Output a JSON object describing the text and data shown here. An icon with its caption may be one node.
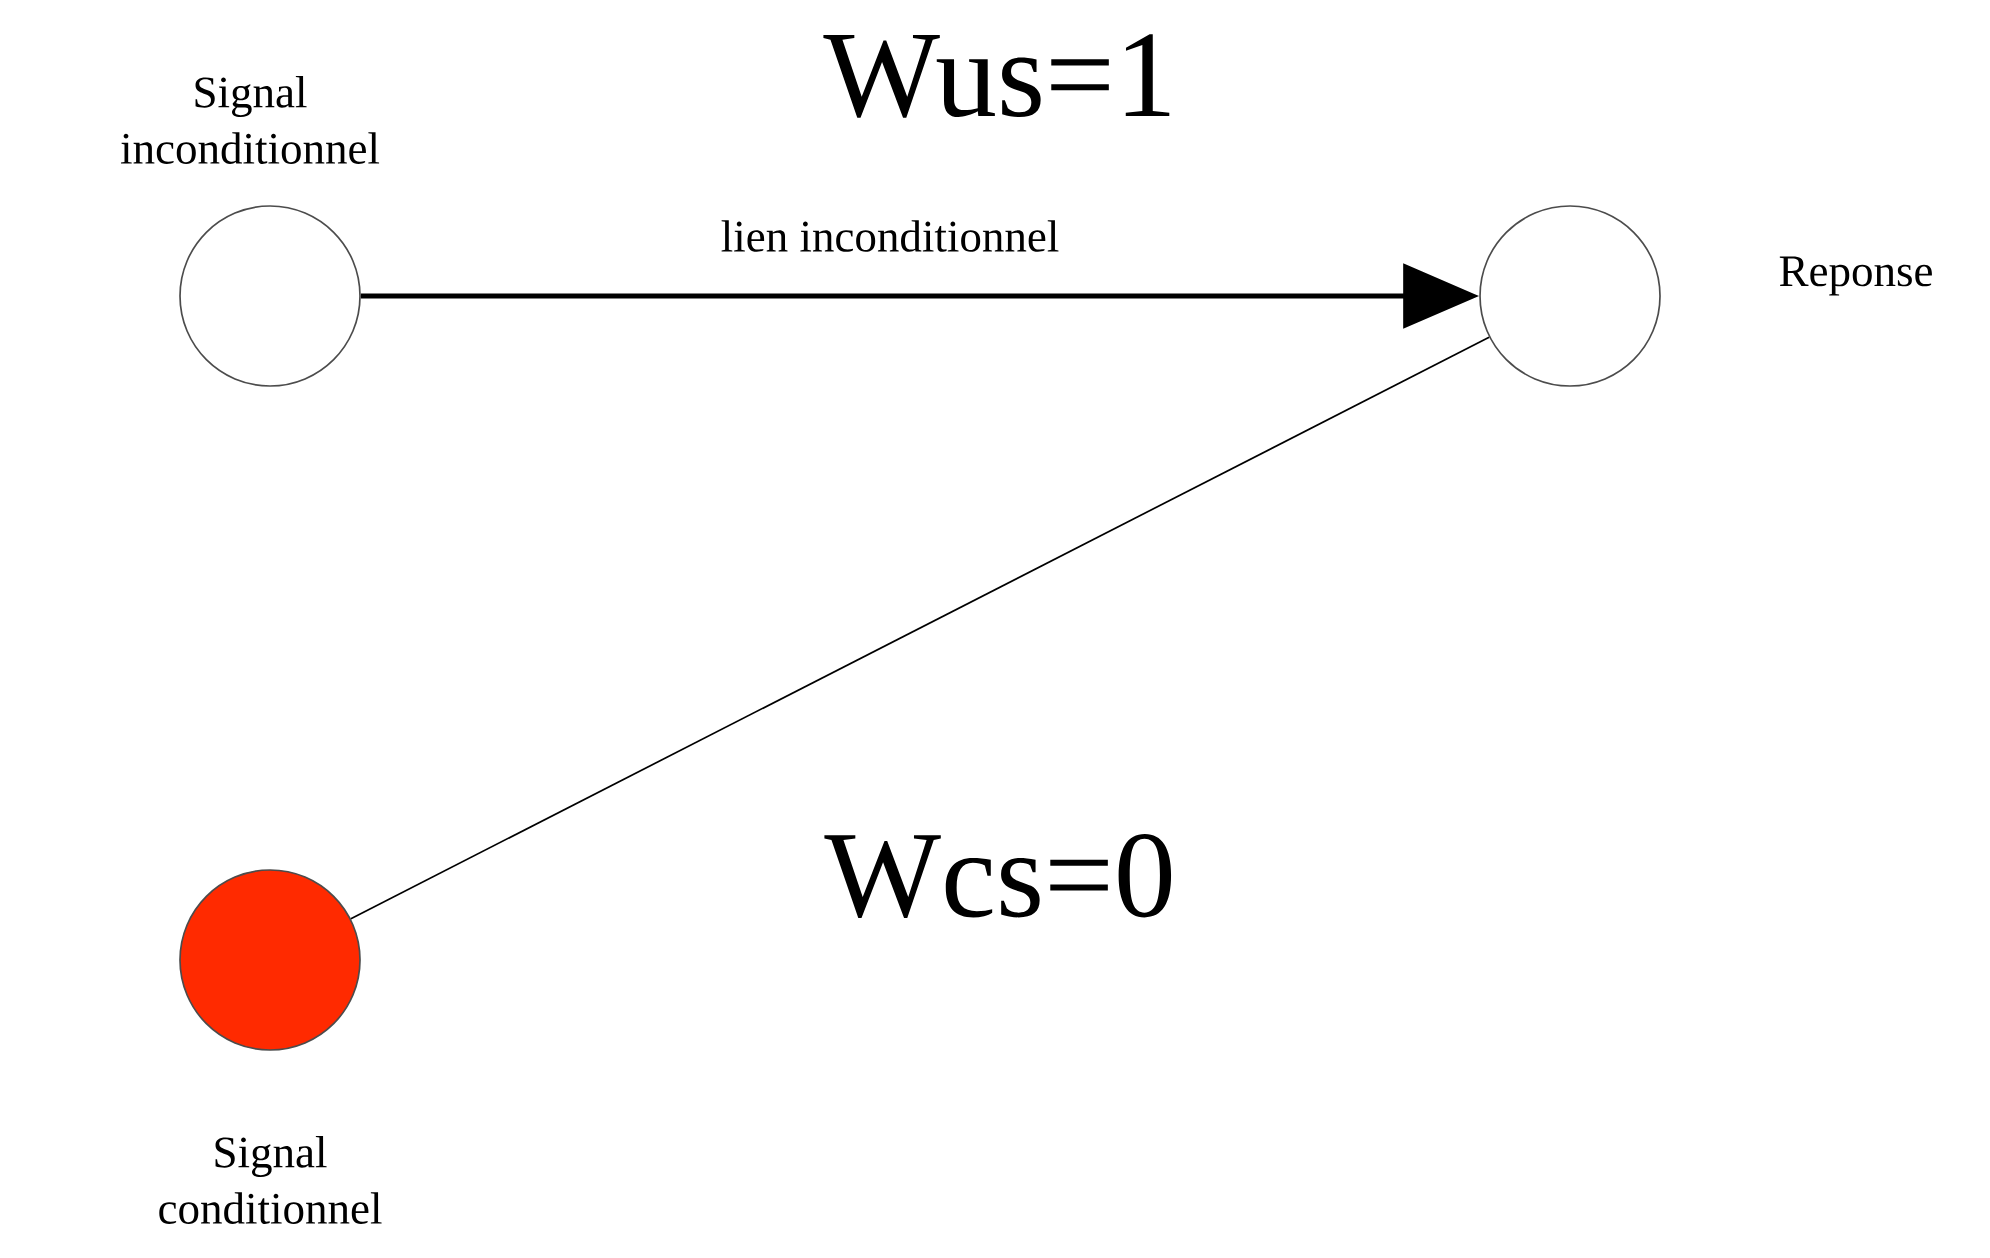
{
  "diagram": {
    "nodes": [
      {
        "text": [
          "Signal inconditionnel"
        ]
      },
      {
        "text": [
          "Reponse"
        ]
      },
      {
        "text": [
          "Signal conditionnel"
        ]
      }
    ],
    "edges": [
      {
        "from": 0,
        "to": 1,
        "arrow": "to",
        "label": "lien inconditionnel",
        "style": "thick"
      },
      {
        "from": 2,
        "to": 1,
        "arrow": "none"
      }
    ],
    "labels": [
      "Wus=1",
      "Wcs=0"
    ]
  }
}
